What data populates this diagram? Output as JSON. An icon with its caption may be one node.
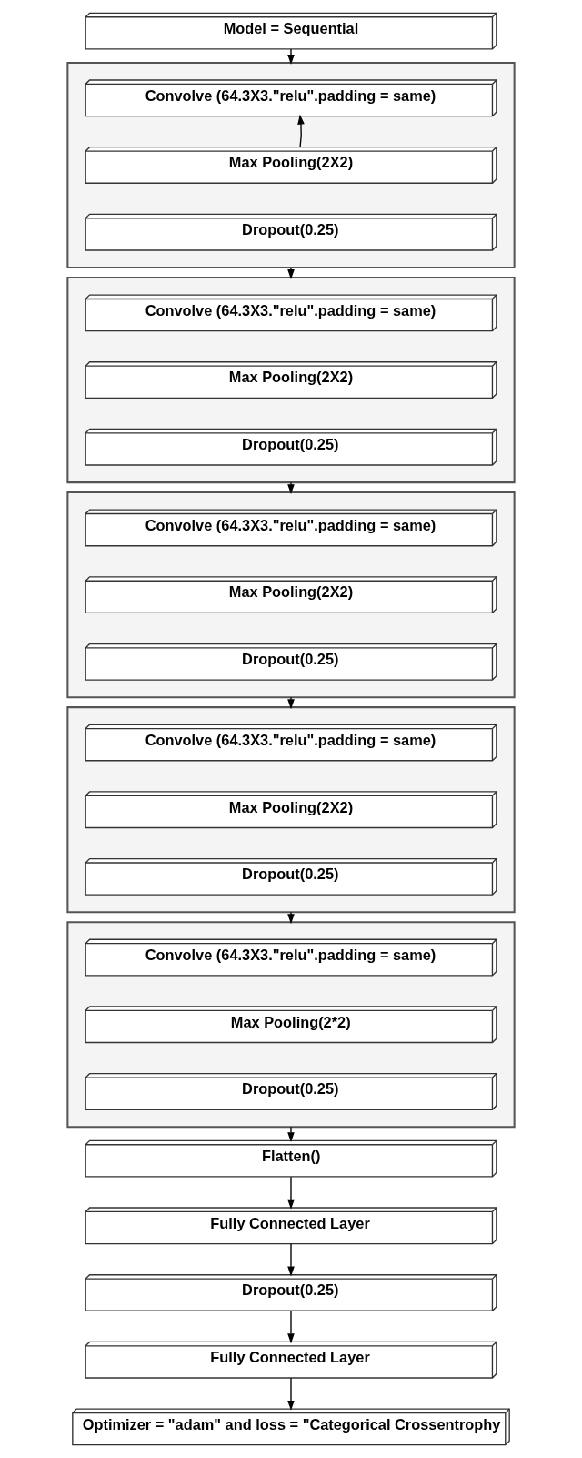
{
  "diagram": {
    "nodes": [
      {
        "text": [
          "Model = Sequential"
        ]
      },
      {
        "text": [],
        "shape": "box"
      },
      {
        "text": [
          "Convolve (64.3X3.\"relu\".padding = same)"
        ],
        "in": 1
      },
      {
        "text": [
          "Max Pooling(2X2)"
        ],
        "in": 1
      },
      {
        "text": [
          "Dropout(0.25)"
        ],
        "in": 1
      },
      {
        "text": [],
        "shape": "box"
      },
      {
        "text": [
          "Convolve (64.3X3.\"relu\".padding = same)"
        ],
        "in": 5
      },
      {
        "text": [
          "Max Pooling(2X2)"
        ],
        "in": 5
      },
      {
        "text": [
          "Dropout(0.25)"
        ],
        "in": 5
      },
      {
        "text": [],
        "shape": "box"
      },
      {
        "text": [
          "Convolve (64.3X3.\"relu\".padding = same)"
        ],
        "in": 9
      },
      {
        "text": [
          "Max Pooling(2X2)"
        ],
        "in": 9
      },
      {
        "text": [
          "Dropout(0.25)"
        ],
        "in": 9
      },
      {
        "text": [],
        "shape": "box"
      },
      {
        "text": [
          "Convolve (64.3X3.\"relu\".padding = same)"
        ],
        "in": 13
      },
      {
        "text": [
          "Max Pooling(2X2)"
        ],
        "in": 13
      },
      {
        "text": [
          "Dropout(0.25)"
        ],
        "in": 13
      },
      {
        "text": [],
        "shape": "box"
      },
      {
        "text": [
          "Convolve (64.3X3.\"relu\".padding = same)"
        ],
        "in": 17
      },
      {
        "text": [
          "Max Pooling(2*2)"
        ],
        "in": 17
      },
      {
        "text": [
          "Dropout(0.25)"
        ],
        "in": 17
      },
      {
        "text": [
          "Flatten()"
        ]
      },
      {
        "text": [
          "Fully Connected Layer"
        ]
      },
      {
        "text": [
          "Dropout(0.25)"
        ]
      },
      {
        "text": [
          "Fully Connected Layer"
        ]
      },
      {
        "text": [
          "Optimizer = \"adam\" and loss = \"Categorical Crossentrophy"
        ]
      }
    ],
    "edges": [
      {
        "from": 0,
        "to": 1,
        "arrow": "to"
      },
      {
        "from": 3,
        "to": 2,
        "arrow": "to"
      },
      {
        "from": 1,
        "to": 5,
        "arrow": "to"
      },
      {
        "from": 5,
        "to": 9,
        "arrow": "to"
      },
      {
        "from": 9,
        "to": 13,
        "arrow": "to"
      },
      {
        "from": 13,
        "to": 17,
        "arrow": "to"
      },
      {
        "from": 17,
        "to": 21,
        "arrow": "to"
      },
      {
        "from": 21,
        "to": 22,
        "arrow": "to"
      },
      {
        "from": 22,
        "to": 23,
        "arrow": "to"
      },
      {
        "from": 23,
        "to": 24,
        "arrow": "to"
      },
      {
        "from": 24,
        "to": 25,
        "arrow": "to"
      }
    ]
  }
}
